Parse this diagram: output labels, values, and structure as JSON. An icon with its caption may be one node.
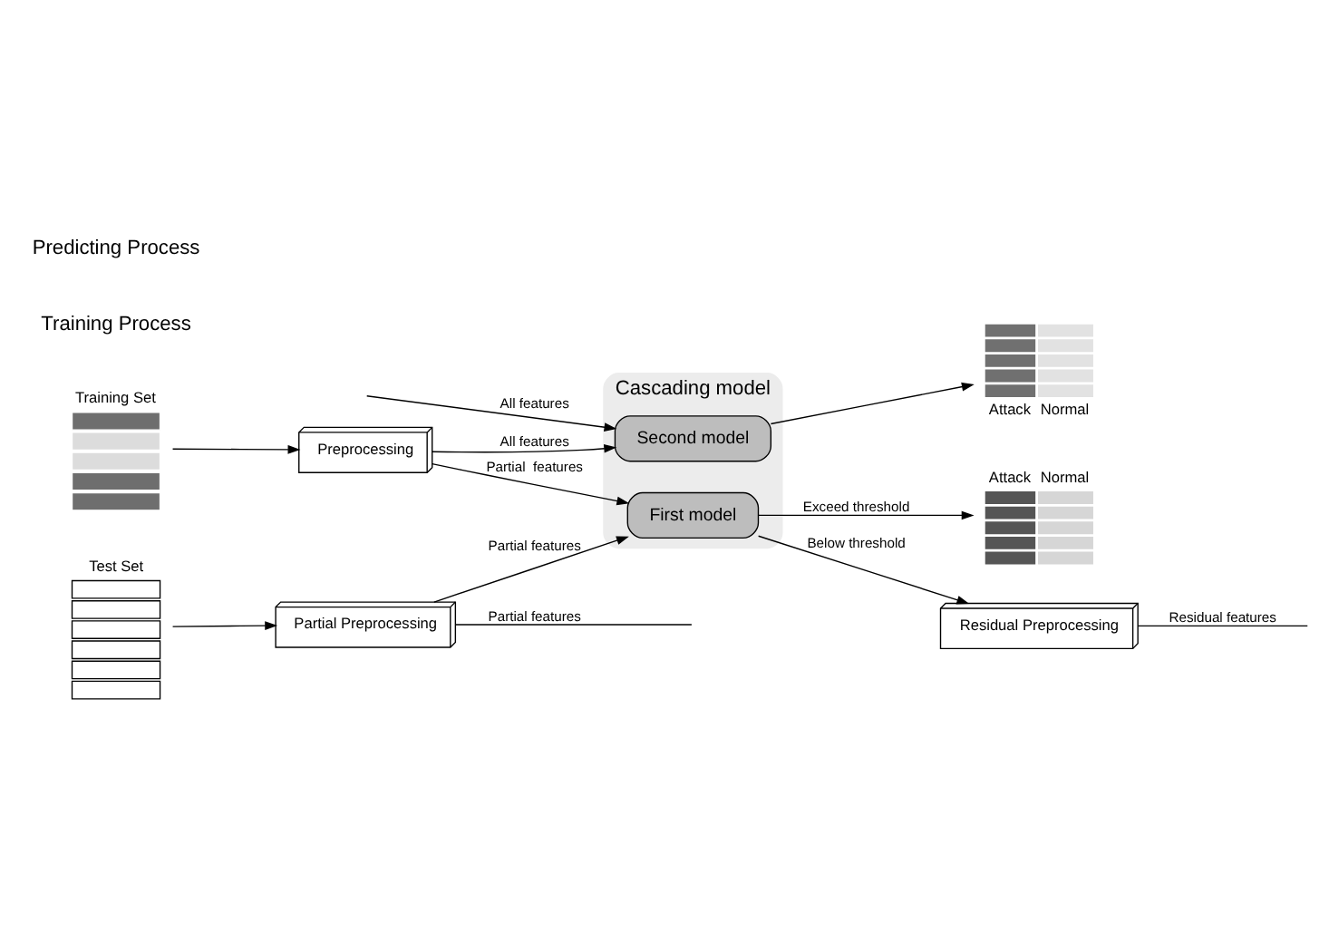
{
  "diagram": {
    "nodes": [
      {
        "text": [
          "Training Set"
        ]
      },
      {
        "text": [
          "Preprocessing"
        ]
      },
      {
        "text": [
          "Cascading model"
        ]
      },
      {
        "text": [
          "First model"
        ],
        "in": 2
      },
      {
        "text": [
          "Second model"
        ],
        "in": 2
      },
      {
        "text": [
          "Attack",
          "Normal"
        ]
      },
      {
        "text": [
          "Attack",
          "Normal"
        ]
      },
      {
        "text": [
          "Test Set"
        ]
      },
      {
        "text": [
          "Partial Preprocessing"
        ]
      },
      {
        "text": [
          "Residual Preprocessing"
        ]
      }
    ],
    "edges": [
      {
        "from": 0,
        "to": 1,
        "arrow": "to"
      },
      {
        "from": 1,
        "to": 3,
        "arrow": "to",
        "label": "Partial  features"
      },
      {
        "from": 1,
        "to": 4,
        "arrow": "to",
        "label": "All features"
      },
      {
        "from": 3,
        "to": 5,
        "arrow": "to",
        "label": "Exceed threshold"
      },
      {
        "from": 3,
        "to": 9,
        "arrow": "to",
        "label": "Below threshold"
      },
      {
        "from": 8,
        "to": 3,
        "arrow": "to",
        "label": "Partial features"
      },
      {
        "from": 4,
        "to": 6,
        "arrow": "to"
      },
      {
        "from": 7,
        "to": 8,
        "arrow": "to"
      },
      {
        "from": 8,
        "to": null,
        "arrow": "none",
        "label": "Partial features"
      },
      {
        "from": 9,
        "to": null,
        "arrow": "none",
        "label": "Residual features"
      },
      {
        "from": null,
        "to": 4,
        "arrow": "to",
        "label": "All features"
      }
    ],
    "labels": [
      "Training Process",
      "Predicting Process"
    ]
  }
}
